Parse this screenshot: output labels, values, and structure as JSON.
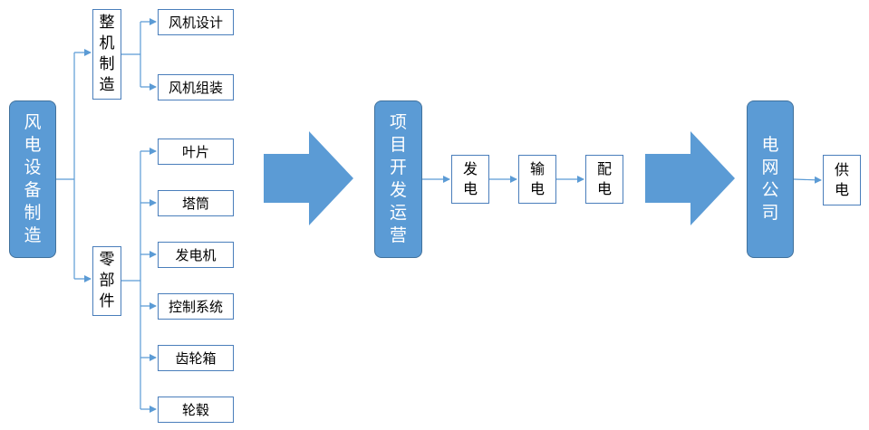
{
  "diagram": {
    "main_blocks": {
      "wind_manufacturing": "风电设备制造",
      "project_operation": "项目开发运营",
      "grid_company": "电网公司"
    },
    "manufacturing": {
      "whole_machine": "整机制造",
      "parts": "零部件",
      "whole_machine_children": [
        "风机设计",
        "风机组装"
      ],
      "parts_children": [
        "叶片",
        "塔筒",
        "发电机",
        "控制系统",
        "齿轮箱",
        "轮毂"
      ]
    },
    "operation_chain": [
      "发电",
      "输电",
      "配电"
    ],
    "grid_child": "供电",
    "colors": {
      "block_fill": "#5b9bd5",
      "block_border": "#41719c",
      "connector": "#5b9bd5",
      "box_border": "#4a7ebb"
    }
  }
}
